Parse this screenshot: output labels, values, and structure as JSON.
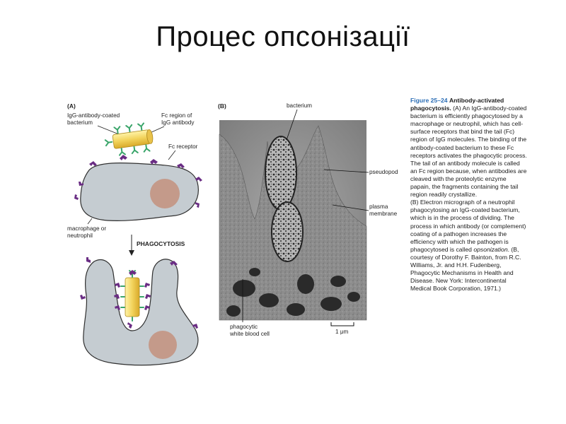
{
  "slide": {
    "title": "Процес опсонізації"
  },
  "panel_a": {
    "label": "(A)",
    "igg_label": [
      "IgG-antibody-coated",
      "bacterium"
    ],
    "fc_region_label": [
      "Fc region of",
      "IgG antibody"
    ],
    "fc_receptor_label": "Fc receptor",
    "macrophage_label": [
      "macrophage or",
      "neutrophil"
    ],
    "phagocytosis_label": "PHAGOCYTOSIS"
  },
  "panel_b": {
    "label": "(B)",
    "bacterium_label": "bacterium",
    "pseudopod_label": "pseudopod",
    "plasma_membrane_label": [
      "plasma",
      "membrane"
    ],
    "phagocytic_cell_label": [
      "phagocytic",
      "white blood cell"
    ],
    "scale_label": "1 μm"
  },
  "caption": {
    "figure_number": "Figure 25–24",
    "heading": "Antibody-activated phagocytosis.",
    "text_a": "(A) An IgG-antibody-coated bacterium is efficiently phagocytosed by a macrophage or neutrophil, which has cell-surface receptors that bind the tail (Fc) region of IgG molecules. The binding of the antibody-coated bacterium to these Fc receptors activates the phagocytic process. The tail of an antibody molecule is called an Fc region because, when antibodies are cleaved with the proteolytic enzyme papain, the fragments containing the tail region readily crystallize.",
    "text_b_1": "(B) Electron micrograph of a neutrophil phagocytosing an IgG-coated bacterium, which is in the process of dividing. The process in which antibody (or complement) coating of a pathogen increases the efficiency with which the pathogen is phagocytosed is called ",
    "text_b_italic": "opsonization",
    "text_b_2": ". (B, courtesy of Dorothy F. Bainton, from R.C. Williams, Jr. and H.H. Fudenberg, Phagocytic Mechanisms in Health and Disease. New York: Intercontinental Medical Book Corporation, 1971.)"
  },
  "colors": {
    "cell_fill": "#c5ccd1",
    "cell_stroke": "#2f2f2f",
    "nucleus": "#c49a8a",
    "bacterium": "#f2d35c",
    "antibody": "#3aa56a",
    "receptor": "#6a2d84",
    "figure_number": "#2a6db5"
  }
}
